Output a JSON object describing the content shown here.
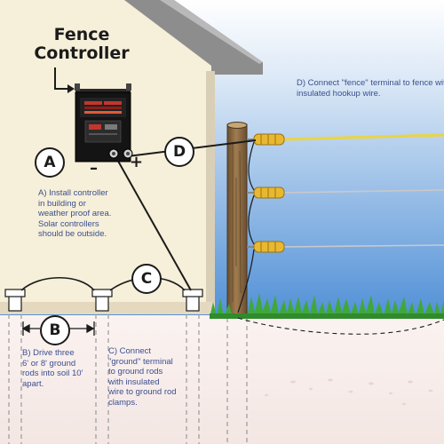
{
  "title": {
    "line1": "Fence",
    "line2": "Controller"
  },
  "markers": {
    "a": "A",
    "b": "B",
    "c": "C",
    "d": "D"
  },
  "terminals": {
    "minus": "–",
    "plus": "+"
  },
  "steps": {
    "a": [
      "A) Install controller",
      "in building or",
      "weather proof area.",
      "Solar controllers",
      "should be outside."
    ],
    "b": [
      "B)  Drive three",
      "6' or 8' ground",
      "rods into soil 10'",
      "apart."
    ],
    "c": [
      "C)  Connect",
      "\"ground\" terminal",
      "to ground rods",
      "with insulated",
      "wire to ground rod",
      "clamps."
    ],
    "d": [
      "D) Connect \"fence\" terminal to fence with",
      "insulated hookup wire."
    ]
  },
  "colors": {
    "sky": "#4f8fd6",
    "house_wall": "#f6efd9",
    "roof": "#8d8d8d",
    "post": "#8a6a43",
    "insulator": "#e8b830",
    "hot_wire": "#e8d44a",
    "grass": "#3fa83a",
    "label_text": "#3b4f8f"
  }
}
